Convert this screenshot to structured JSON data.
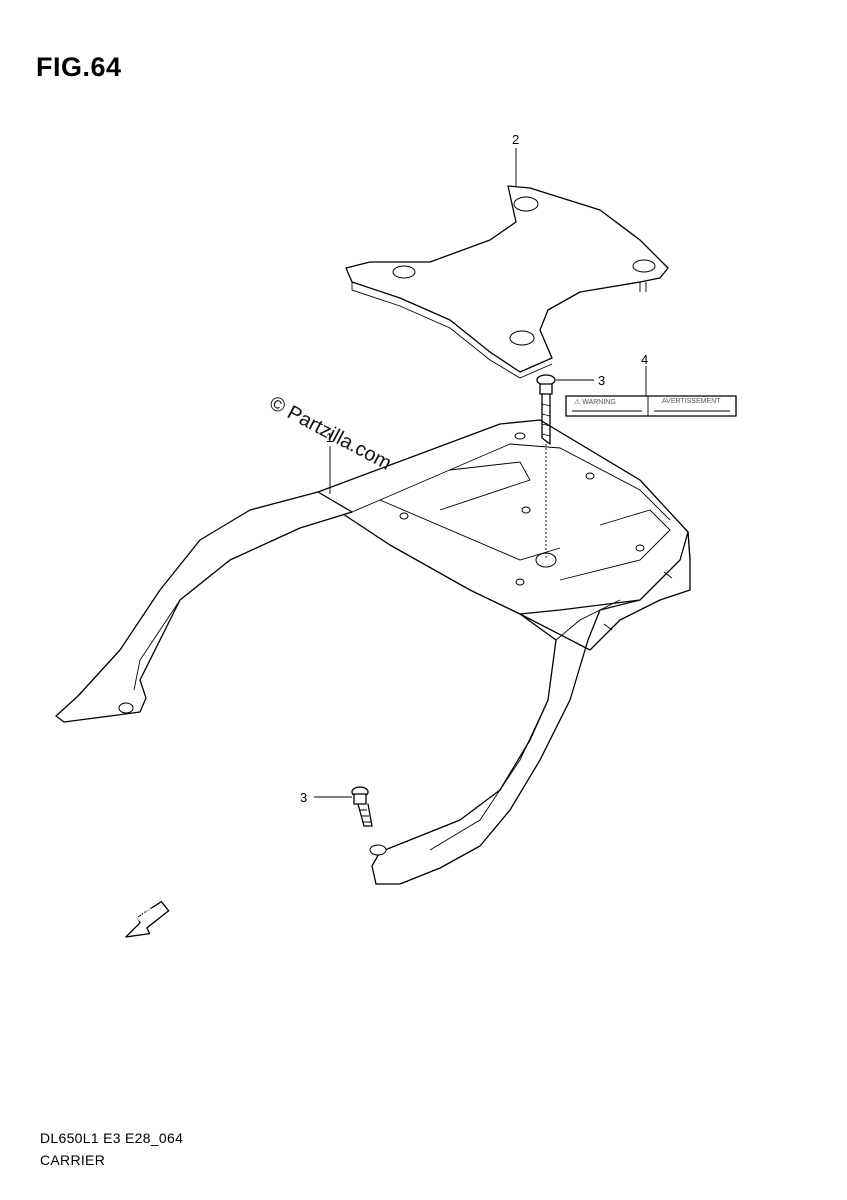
{
  "figure": {
    "title": "FIG.64",
    "code": "DL650L1 E3 E28_064",
    "name": "CARRIER"
  },
  "watermark": "© Partzilla.com",
  "callouts": [
    {
      "id": "callout-1",
      "label": "1"
    },
    {
      "id": "callout-2",
      "label": "2"
    },
    {
      "id": "callout-3-top",
      "label": "3"
    },
    {
      "id": "callout-3-bottom",
      "label": "3"
    },
    {
      "id": "callout-4",
      "label": "4"
    }
  ],
  "label_sticker": {
    "left_text": "⚠ WARNING",
    "right_text": "AVERTISSEMENT"
  },
  "direction_arrow": {
    "text": "FWD"
  }
}
